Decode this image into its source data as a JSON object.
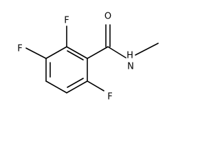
{
  "molecule": {
    "atoms": {
      "f_top": "F",
      "f_left": "F",
      "f_bottom": "F",
      "o_carbonyl": "O",
      "n_amide_h": "H",
      "n_amide": "N"
    }
  }
}
